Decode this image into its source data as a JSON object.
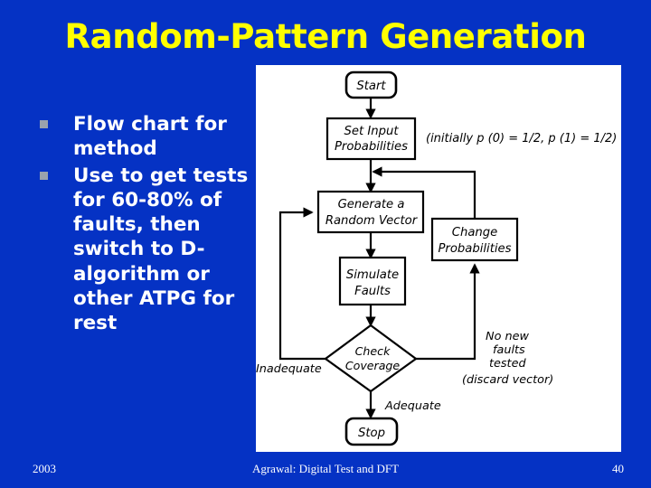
{
  "slide": {
    "title": "Random-Pattern Generation",
    "background_color": "#0532c4",
    "title_color": "#ffff00",
    "body_text_color": "#ffffff",
    "bullet_marker_color": "#9aa3ad"
  },
  "bullets": [
    {
      "text": "Flow chart for method"
    },
    {
      "text": "Use to get tests for 60-80% of faults, then switch to D-algorithm or other ATPG for rest"
    }
  ],
  "flowchart": {
    "panel_background": "#ffffff",
    "nodes": {
      "start": "Start",
      "set_input_probabilities": "Set Input Probabilities",
      "set_input_probabilities_l1": "Set Input",
      "set_input_probabilities_l2": "Probabilities",
      "generate_random_vector": "Generate a Random Vector",
      "generate_random_vector_l1": "Generate a",
      "generate_random_vector_l2": "Random Vector",
      "change_probabilities": "Change Probabilities",
      "change_probabilities_l1": "Change",
      "change_probabilities_l2": "Probabilities",
      "simulate_faults": "Simulate Faults",
      "simulate_faults_l1": "Simulate",
      "simulate_faults_l2": "Faults",
      "check_coverage": "Check Coverage",
      "check_coverage_l1": "Check",
      "check_coverage_l2": "Coverage",
      "stop": "Stop"
    },
    "annotations": {
      "initial_probabilities": "(initially p (0) = 1/2, p (1) = 1/2)",
      "inadequate": "Inadequate",
      "adequate": "Adequate",
      "no_new_faults_l1": "No new",
      "no_new_faults_l2": "faults",
      "no_new_faults_l3": "tested",
      "discard_vector": "(discard vector)"
    }
  },
  "footer": {
    "year": "2003",
    "center": "Agrawal: Digital Test and DFT",
    "page_number": "40"
  }
}
